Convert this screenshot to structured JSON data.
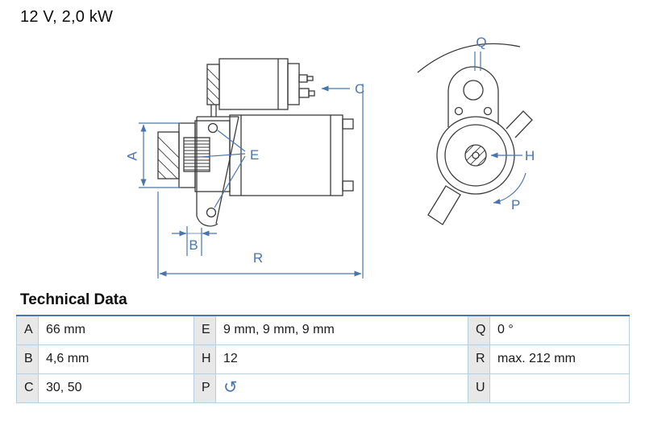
{
  "header": {
    "title": "12 V, 2,0 kW"
  },
  "drawing": {
    "labels": {
      "a": "A",
      "b": "B",
      "c": "C",
      "e": "E",
      "r": "R",
      "q": "Q",
      "h": "H",
      "p": "P"
    },
    "colors": {
      "dimension_blue": "#4A76AD",
      "outline_gray": "#3A3A3A"
    }
  },
  "technical_data": {
    "heading": "Technical Data",
    "rows": [
      {
        "cells": [
          {
            "key": "A",
            "value": "66 mm"
          },
          {
            "key": "E",
            "value": "9 mm, 9 mm, 9 mm"
          },
          {
            "key": "Q",
            "value": "0 °"
          }
        ]
      },
      {
        "cells": [
          {
            "key": "B",
            "value": "4,6 mm"
          },
          {
            "key": "H",
            "value": "12"
          },
          {
            "key": "R",
            "value": "max. 212 mm"
          }
        ]
      },
      {
        "cells": [
          {
            "key": "C",
            "value": "30, 50"
          },
          {
            "key": "P",
            "value": "",
            "icon": "rotation-ccw-icon",
            "icon_glyph": "↺"
          },
          {
            "key": "U",
            "value": ""
          }
        ]
      }
    ]
  }
}
